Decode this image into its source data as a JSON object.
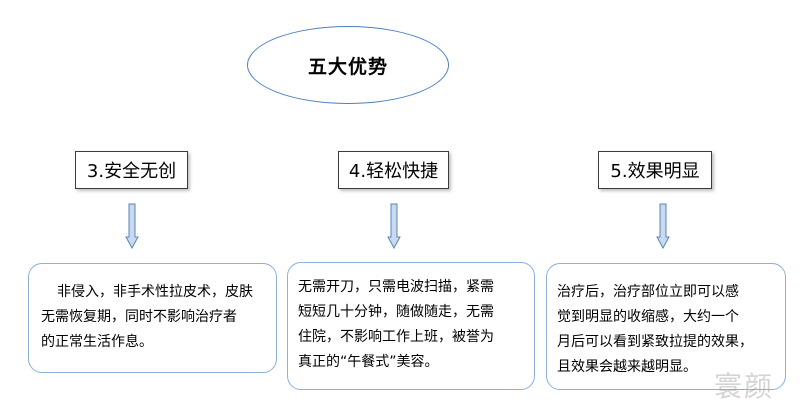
{
  "title": "五大优势",
  "items": [
    {
      "heading": "3.安全无创",
      "lines": [
        "非侵入，非手术性拉皮术，皮肤",
        "无需恢复期，同时不影响治疗者",
        "的正常生活作息。"
      ]
    },
    {
      "heading": "4.轻松快捷",
      "lines": [
        "无需开刀，只需电波扫描，紧需",
        "短短几十分钟，随做随走，无需",
        "住院，不影响工作上班，被誉为",
        "真正的“午餐式”美容。"
      ]
    },
    {
      "heading": "5.效果明显",
      "lines": [
        "治疗后，治疗部位立即可以感",
        "觉到明显的收缩感，大约一个",
        "月后可以看到紧致拉提的效果，",
        "且效果会越来越明显。"
      ]
    }
  ],
  "watermark": "寰颜",
  "colors": {
    "ellipse_border": "#4f7fc0",
    "arrow_fill": "#c9d9ee",
    "arrow_stroke": "#5a83b8",
    "desc_border": "#8bb0dc"
  }
}
